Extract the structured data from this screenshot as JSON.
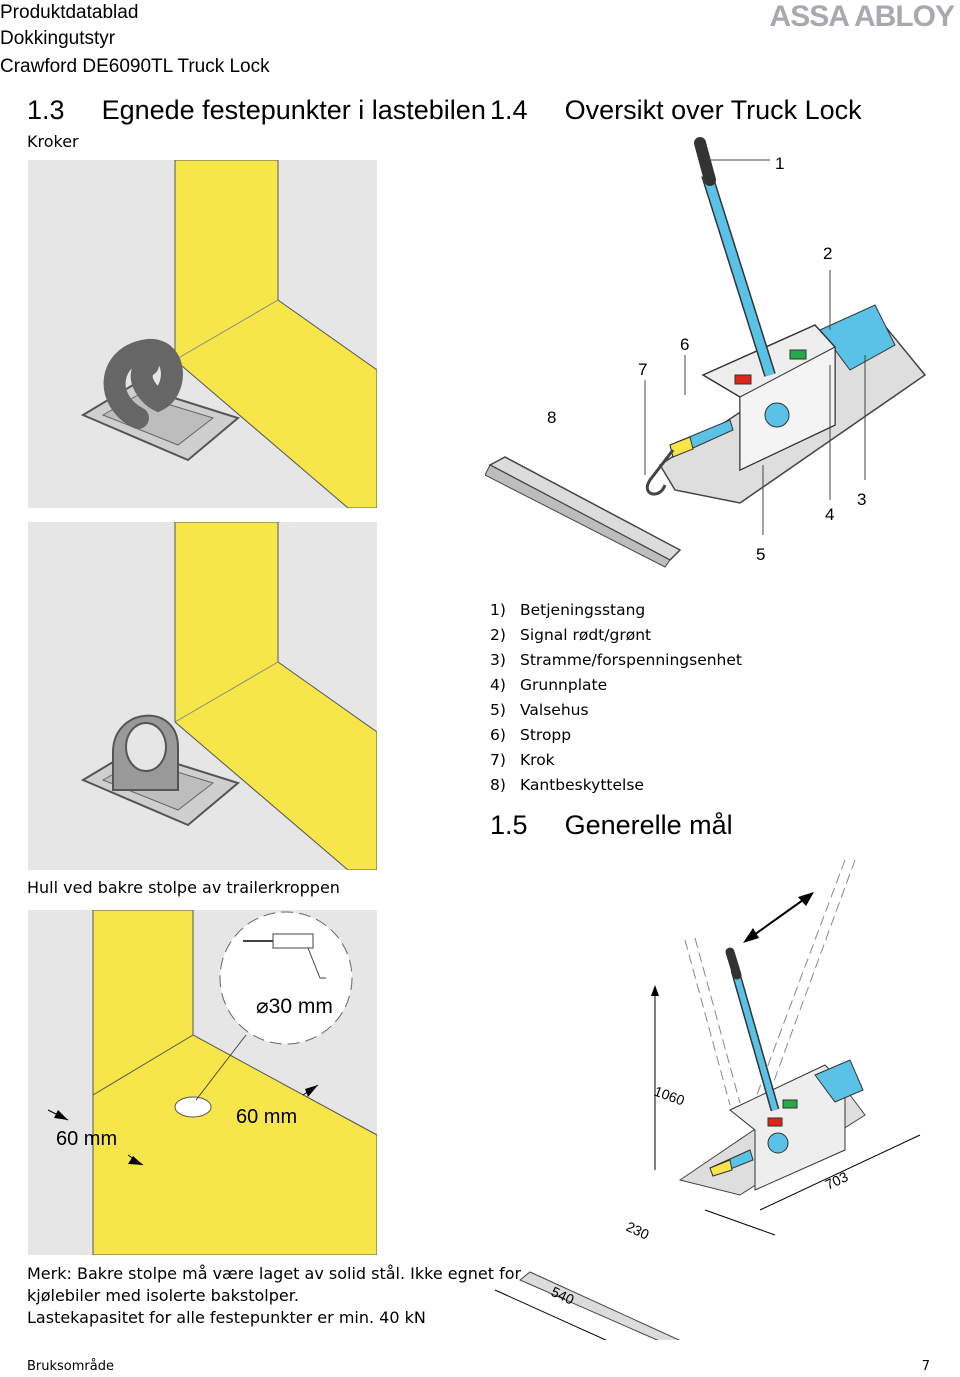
{
  "header": {
    "line1": "Produktdatablad",
    "line2": "Dokkingutstyr",
    "line3": "Crawford DE6090TL Truck Lock",
    "brand": "ASSA ABLOY"
  },
  "sections": {
    "s13": {
      "number": "1.3",
      "title": "Egnede festepunkter i lastebilen",
      "subtitle": "Kroker"
    },
    "s14": {
      "number": "1.4",
      "title": "Oversikt over Truck Lock"
    },
    "s15": {
      "number": "1.5",
      "title": "Generelle mål"
    }
  },
  "callouts": [
    "1",
    "2",
    "3",
    "4",
    "5",
    "6",
    "7",
    "8"
  ],
  "legend": [
    {
      "num": "1)",
      "label": "Betjeningsstang"
    },
    {
      "num": "2)",
      "label": "Signal rødt/grønt"
    },
    {
      "num": "3)",
      "label": "Stramme/forspenningsenhet"
    },
    {
      "num": "4)",
      "label": "Grunnplate"
    },
    {
      "num": "5)",
      "label": "Valsehus"
    },
    {
      "num": "6)",
      "label": "Stropp"
    },
    {
      "num": "7)",
      "label": "Krok"
    },
    {
      "num": "8)",
      "label": "Kantbeskyttelse"
    }
  ],
  "hole_caption": "Hull ved bakre stolpe av trailerkroppen",
  "hole_dims": {
    "diameter": "30 mm",
    "left": "60 mm",
    "right": "60 mm"
  },
  "dimensions": {
    "height": "1060",
    "length": "703",
    "width": "230",
    "protector": "540"
  },
  "note": {
    "line1": "Merk: Bakre stolpe må være laget av solid stål. Ikke egnet for",
    "line2": "kjølebiler med  isolerte bakstolper.",
    "line3": "Lastekapasitet for alle festepunkter er min. 40 kN"
  },
  "footer": {
    "section": "Bruksområde",
    "page": "7"
  },
  "colors": {
    "yellow": "#f7e64a",
    "grey": "#e6e6e6",
    "blue": "#5bc2e7",
    "red": "#e2231a",
    "green": "#2aa84a"
  }
}
